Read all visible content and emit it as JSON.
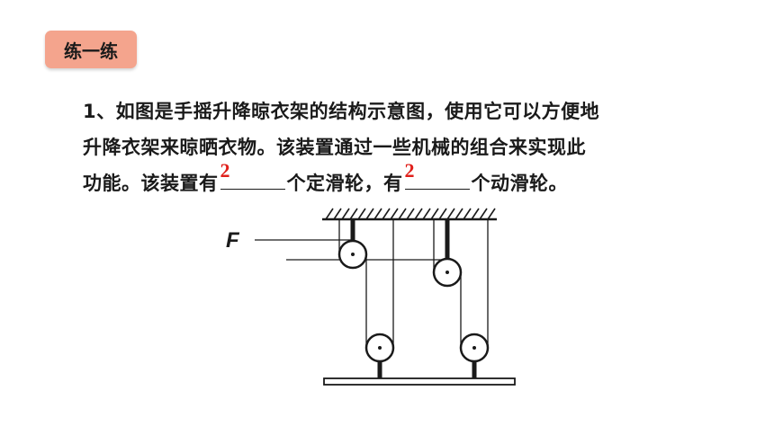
{
  "tag": {
    "label": "练一练"
  },
  "question": {
    "line1": "1、如图是手摇升降晾衣架的结构示意图，使用它可以方便地",
    "line2": "升降衣架来晾晒衣物。该装置通过一些机械的组合来实现此",
    "line3_a": "功能。该装置有",
    "answer_fixed": "2",
    "line3_b": "个定滑轮，有",
    "answer_movable": "2",
    "line3_c": "个动滑轮。"
  },
  "figure": {
    "force_label": "F"
  }
}
